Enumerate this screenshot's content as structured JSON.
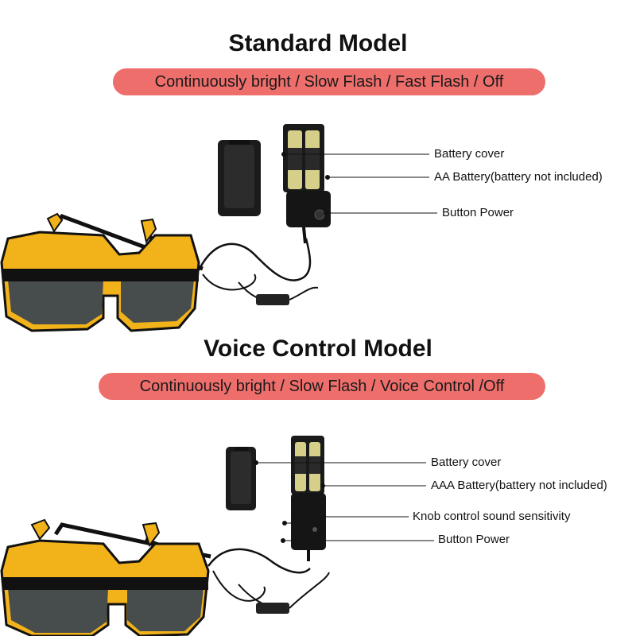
{
  "colors": {
    "pill": "#ee6e6b",
    "frame": "#f2b21a",
    "lens": "#474c4c"
  },
  "standard": {
    "title": "Standard Model",
    "modes": "Continuously bright / Slow Flash / Fast Flash / Off",
    "labels": {
      "battery_cover": "Battery cover",
      "battery": "AA Battery(battery not included)",
      "button": "Button Power"
    }
  },
  "voice": {
    "title": "Voice Control Model",
    "modes": "Continuously bright / Slow Flash / Voice Control /Off",
    "labels": {
      "battery_cover": "Battery cover",
      "battery": "AAA Battery(battery not included)",
      "knob": "Knob control sound sensitivity",
      "button": "Button Power"
    }
  }
}
